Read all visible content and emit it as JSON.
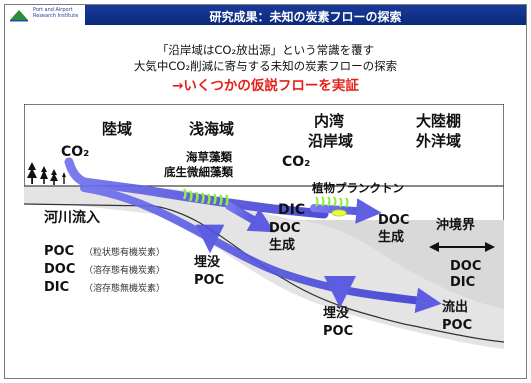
{
  "header": {
    "logo_text": "Port and Airport\nResearch Institute",
    "title": "研究成果：未知の炭素フローの探索"
  },
  "intro": {
    "line1": "「沿岸域はCO₂放出源」という常識を覆す",
    "line2": "大気中CO₂削減に寄与する未知の炭素フローの探索",
    "line3": "→いくつかの仮説フローを実証"
  },
  "diagram": {
    "zones": {
      "land": "陸域",
      "shallow": "浅海域",
      "bay_line1": "内湾",
      "bay_line2": "沿岸域",
      "shelf_line1": "大陸棚",
      "shelf_line2": "外洋域"
    },
    "co2_left": "CO₂",
    "co2_right": "CO₂",
    "seaweed_line1": "海草藻類",
    "seaweed_line2": "底生微細藻類",
    "phytoplankton": "植物プランクトン",
    "river_inflow": "河川流入",
    "legend": [
      {
        "abbr": "POC",
        "desc": "（粒状態有機炭素）"
      },
      {
        "abbr": "DOC",
        "desc": "（溶存態有機炭素）"
      },
      {
        "abbr": "DIC",
        "desc": "（溶存態無機炭素）"
      }
    ],
    "dic_label": "DIC",
    "doc_gen1_line1": "DOC",
    "doc_gen1_line2": "生成",
    "doc_gen2_line1": "DOC",
    "doc_gen2_line2": "生成",
    "burial1_line1": "埋没",
    "burial1_line2": "POC",
    "burial2_line1": "埋没",
    "burial2_line2": "POC",
    "boundary": "沖境界",
    "boundary_doc": "DOC",
    "boundary_dic": "DIC",
    "outflow_line1": "流出",
    "outflow_line2": "POC"
  },
  "colors": {
    "title_bar": "#0b2a7a",
    "flow_arrow": "#4f4fe0",
    "highlight": "#e5201b",
    "seaweed": "#8ef03a",
    "seabed": "#d9d9d9"
  }
}
